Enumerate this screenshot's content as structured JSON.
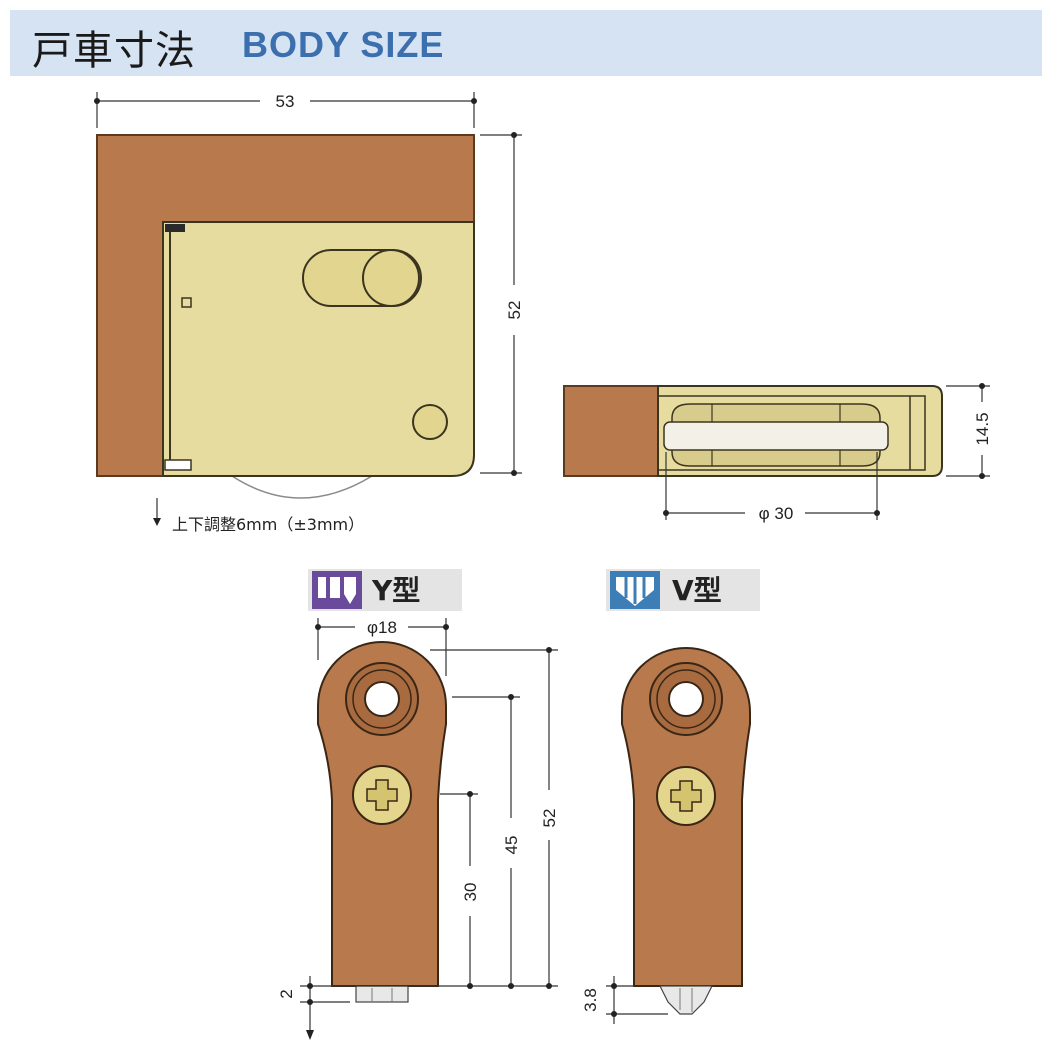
{
  "header": {
    "title_jp": "戸車寸法",
    "title_en": "BODY SIZE"
  },
  "front_view": {
    "width_label": "53",
    "height_label": "52",
    "adjust_note": "上下調整6mm（±3mm）"
  },
  "side_view": {
    "thickness_label": "14.5",
    "wheel_diameter_label": "φ 30"
  },
  "y_type": {
    "label": "Y型",
    "diameter_label": "φ18",
    "total_label": "52",
    "hole_label": "45",
    "screw_label": "30",
    "tip_label": "2"
  },
  "v_type": {
    "label": "V型",
    "tip_label": "3.8"
  },
  "colors": {
    "wood": "#b87a4d",
    "brass": "#e7dca0",
    "header_bg": "#d6e3f3",
    "header_text": "#3b6fae",
    "y_badge": "#6a4a9a",
    "v_badge": "#3d7eb6"
  }
}
